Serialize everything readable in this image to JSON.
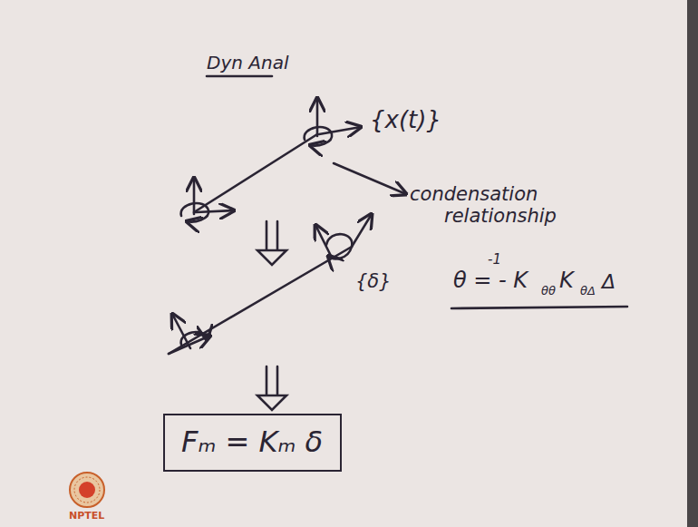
{
  "diagram": {
    "nodes": [
      {
        "text": [
          "Fₘ = Kₘ δ"
        ]
      }
    ],
    "labels": [
      "Dyn Anal",
      "{x(t)}",
      "condensation relationship",
      "-1",
      "θ = - K",
      "θθ",
      "K",
      "θΔ",
      "Δ",
      "{δ}",
      "NPTEL"
    ]
  }
}
